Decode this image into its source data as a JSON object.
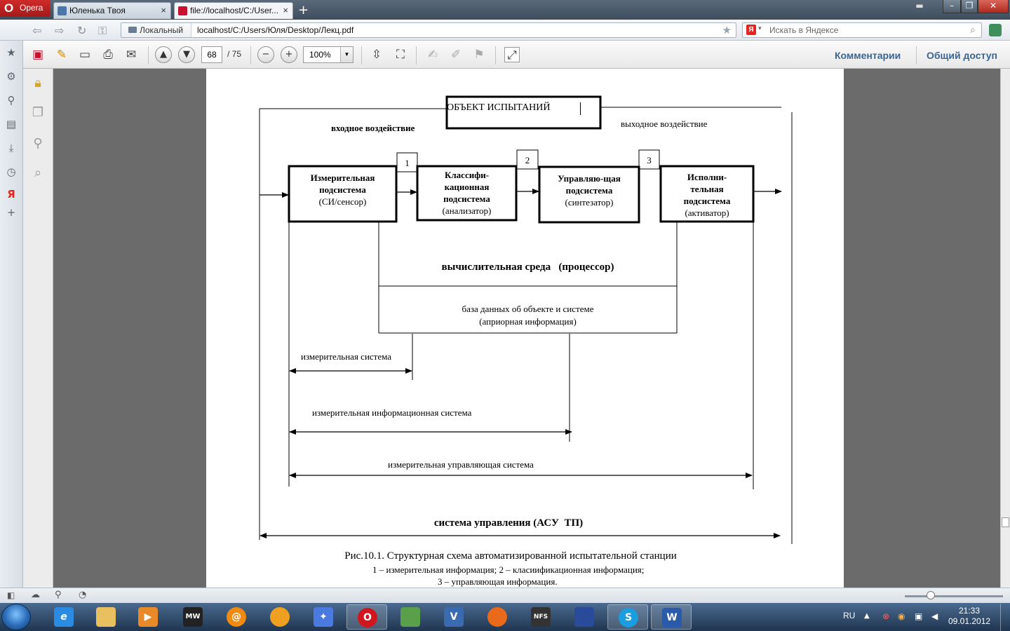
{
  "browser": {
    "opera_label": "Opera",
    "tabs": [
      {
        "label": "Юленька Твоя",
        "icon": "vk-icon"
      },
      {
        "label": "file://localhost/C:/User...",
        "icon": "pdf-icon"
      }
    ],
    "address": {
      "zone_label": "Локальный",
      "url": "localhost/C:/Users/Юля/Desktop/Лекц.pdf"
    },
    "search": {
      "placeholder": "Искать в Яндексе",
      "engine_label": "Я"
    }
  },
  "reader": {
    "page_current": "68",
    "page_total": "/ 75",
    "zoom": "100%",
    "comments_label": "Комментарии",
    "share_label": "Общий доступ"
  },
  "diagram": {
    "object_title": "ОБЪЕКТ ИСПЫТАНИЙ",
    "input_label": "входное воздействие",
    "output_label": "выходное воздействие",
    "num1": "1",
    "num2": "2",
    "num3": "3",
    "box1": {
      "l1": "Измерительная",
      "l2": "подсистема",
      "l3": "(СИ/сенсор)"
    },
    "box2": {
      "l1": "Классифи-",
      "l2": "кационная",
      "l3": "подсистема",
      "l4": "(анализатор)"
    },
    "box3": {
      "l1": "Управляю-щая",
      "l2": "подсистема",
      "l3": "(синтезатор)"
    },
    "box4": {
      "l1": "Исполни-",
      "l2": "тельная",
      "l3": "подсистема",
      "l4": "(активатор)"
    },
    "compute_env": "вычислительная среда   (процессор)",
    "db_l1": "база данных об объекте и системе",
    "db_l2": "(априорная информация)",
    "measuring_system": "измерительная система",
    "info_system": "измерительная информационная система",
    "control_measuring": "измерительная управляющая система",
    "control_system": "система управления (АСУ  ТП)",
    "caption": "Рис.10.1. Структурная схема автоматизированной испытательной станции",
    "legend1": "1 – измерительная информация; 2 – класиификационная информация;",
    "legend2": "3 – управляющая информация."
  },
  "taskbar": {
    "lang": "RU",
    "time": "21:33",
    "date": "09.01.2012"
  }
}
